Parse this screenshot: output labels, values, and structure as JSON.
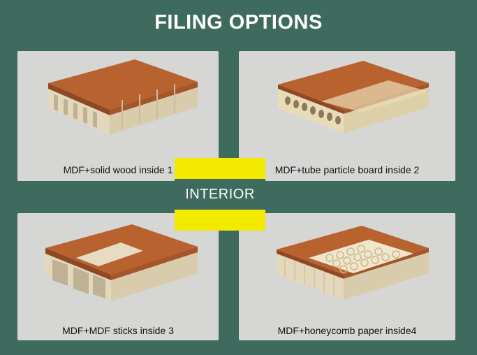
{
  "header": {
    "title": "FILING OPTIONS"
  },
  "center_label": "INTERIOR",
  "options": [
    {
      "caption": "MDF+solid wood inside 1"
    },
    {
      "caption": "MDF+tube particle board inside 2"
    },
    {
      "caption": "MDF+MDF sticks inside 3"
    },
    {
      "caption": "MDF+honeycomb paper inside4"
    }
  ],
  "colors": {
    "background": "#3f6b5e",
    "card": "#d6d6d4",
    "veneer": "#b8622f",
    "core": "#e6dcc4",
    "label_yellow": "#f3ea00"
  }
}
